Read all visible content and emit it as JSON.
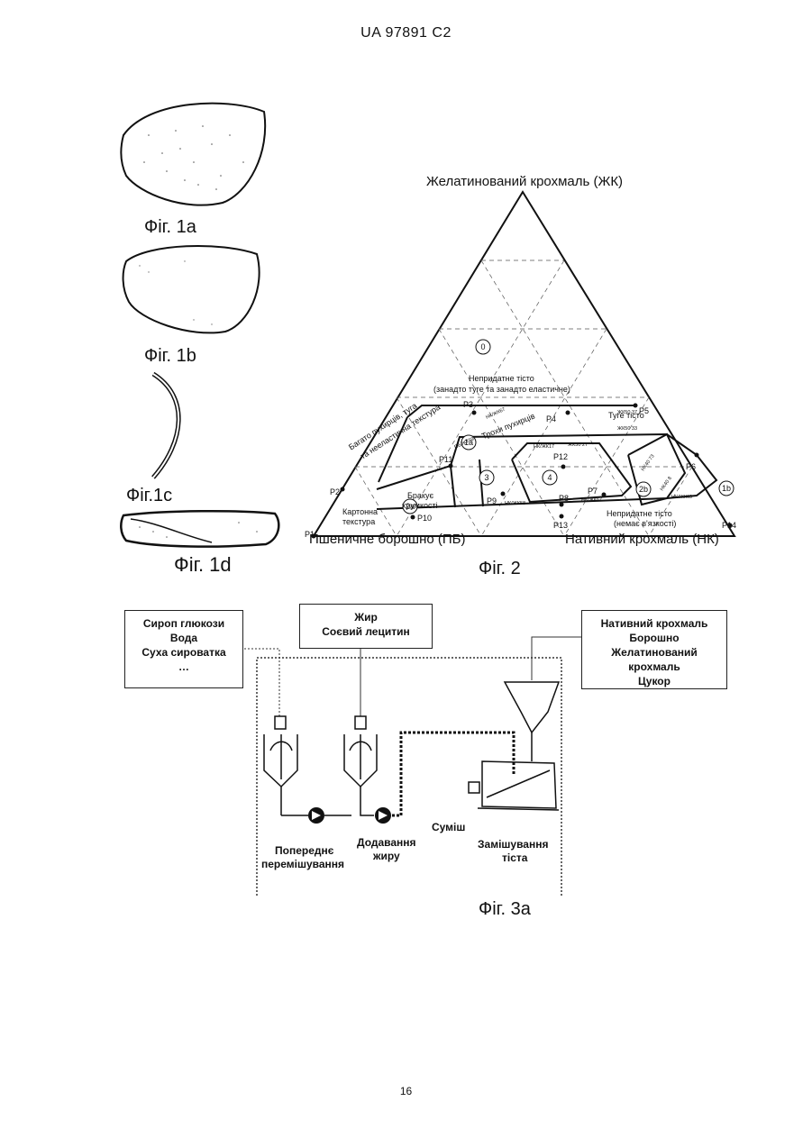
{
  "header": "UA   97891   C2",
  "page_number": "16",
  "fig1": {
    "captions": [
      "Фiг. 1a",
      "Фiг. 1b",
      "Фiг.1c",
      "Фiг. 1d"
    ]
  },
  "fig2": {
    "caption": "Фiг. 2",
    "apex_top": "Желатинований крохмаль (ЖК)",
    "apex_left": "Пшеничне борошно (ПБ)",
    "apex_right": "Нативний крохмаль (НК)",
    "points": [
      "P1",
      "P2",
      "P3",
      "P4",
      "P5",
      "P6",
      "P7",
      "P8",
      "P9",
      "P10",
      "P11",
      "P12",
      "P13",
      "P14"
    ],
    "regions": [
      "0",
      "1a",
      "1b",
      "2a",
      "2b",
      "3",
      "4"
    ],
    "texts": {
      "unsuitable_top_1": "Непридатне тiсто",
      "unsuitable_top_2": "(занадто туге та занадто еластичне)",
      "stiff": "Туге тiсто",
      "many_bubbles_1": "Багато пухирцiв, туга",
      "many_bubbles_2": "та нееластична текстура",
      "few_bubbles": "Трохи пухирцiв",
      "lack_crisp_1": "Бракує",
      "lack_crisp_2": "хрумкостi",
      "cardboard_1": "Картонна",
      "cardboard_2": "текстура",
      "unsuitable_bottom_1": "Непридатне тiсто",
      "unsuitable_bottom_2": "(немає в'язкостi)"
    },
    "line_labels": [
      "ЖК50 37",
      "ЖК50 33",
      "НК/ЖК67",
      "ПБ/ЖК59",
      "НК/ЖК17",
      "ЖК50 27",
      "ПБ50 6",
      "НК/ЖК67",
      "НК/ЖК58",
      "НК40 73",
      "НК40 8",
      "НК/ЖК69",
      "ПБ/ЖК47",
      "ПБ/ЖК 6"
    ]
  },
  "fig3a": {
    "caption": "Фiг. 3a",
    "box_left": [
      "Сироп глюкози",
      "Вода",
      "Суха сироватка",
      "…"
    ],
    "box_mid": [
      "Жир",
      "Соєвий лецитин"
    ],
    "box_right": [
      "Нативний крохмаль",
      "Борошно",
      "Желатинований",
      "крохмаль",
      "Цукор"
    ],
    "label_premix_1": "Попереднє",
    "label_premix_2": "перемiшування",
    "label_fat_1": "Додавання",
    "label_fat_2": "жиру",
    "label_mix": "Сумiш",
    "label_knead_1": "Замiшування",
    "label_knead_2": "тiста"
  }
}
